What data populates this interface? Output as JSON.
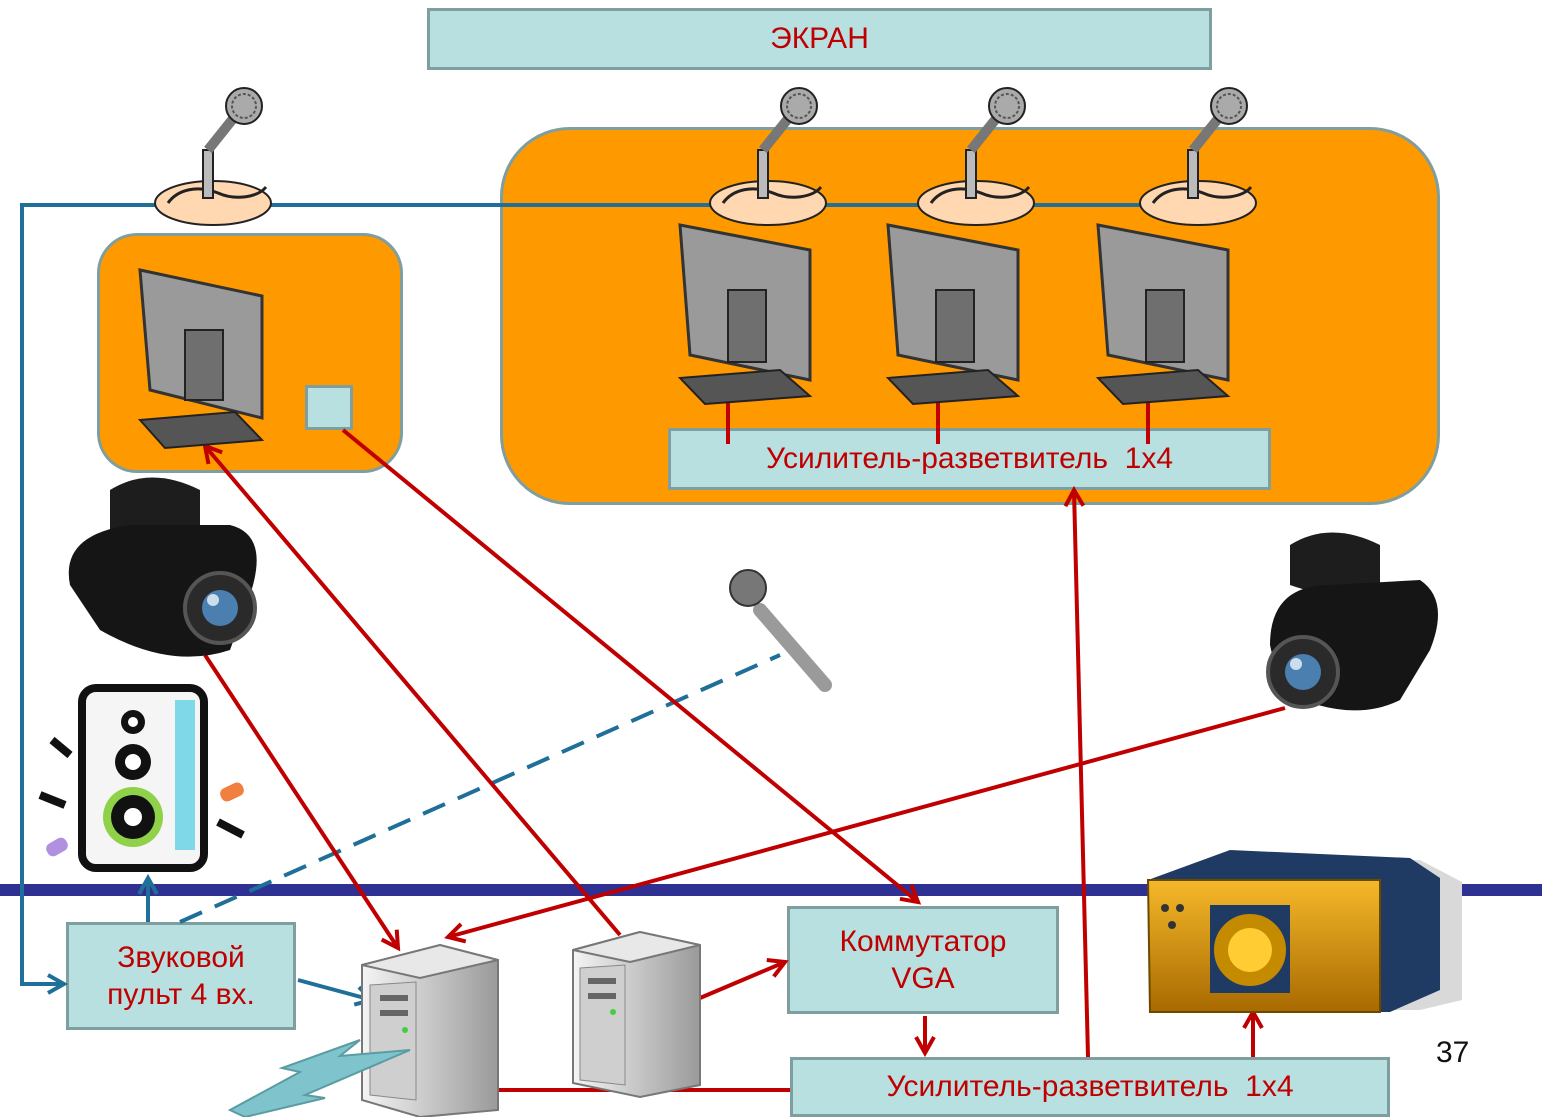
{
  "screen_label": "ЭКРАН",
  "splitter_top_label": "Усилитель-разветвитель  1х4",
  "splitter_bottom_label": "Усилитель-разветвитель  1х4",
  "sound_console_label": "Звуковой\nпульт 4 вх.",
  "vga_switch_label": "Коммутатор\nVGA",
  "page_number": "37",
  "colors": {
    "signal_arrow": "#c00000",
    "audio_line": "#1f6f99",
    "zone_fill": "#ff9900",
    "box_fill": "#b9e0e0",
    "box_border": "#7e9ea0",
    "floor_line": "#2e3192"
  }
}
